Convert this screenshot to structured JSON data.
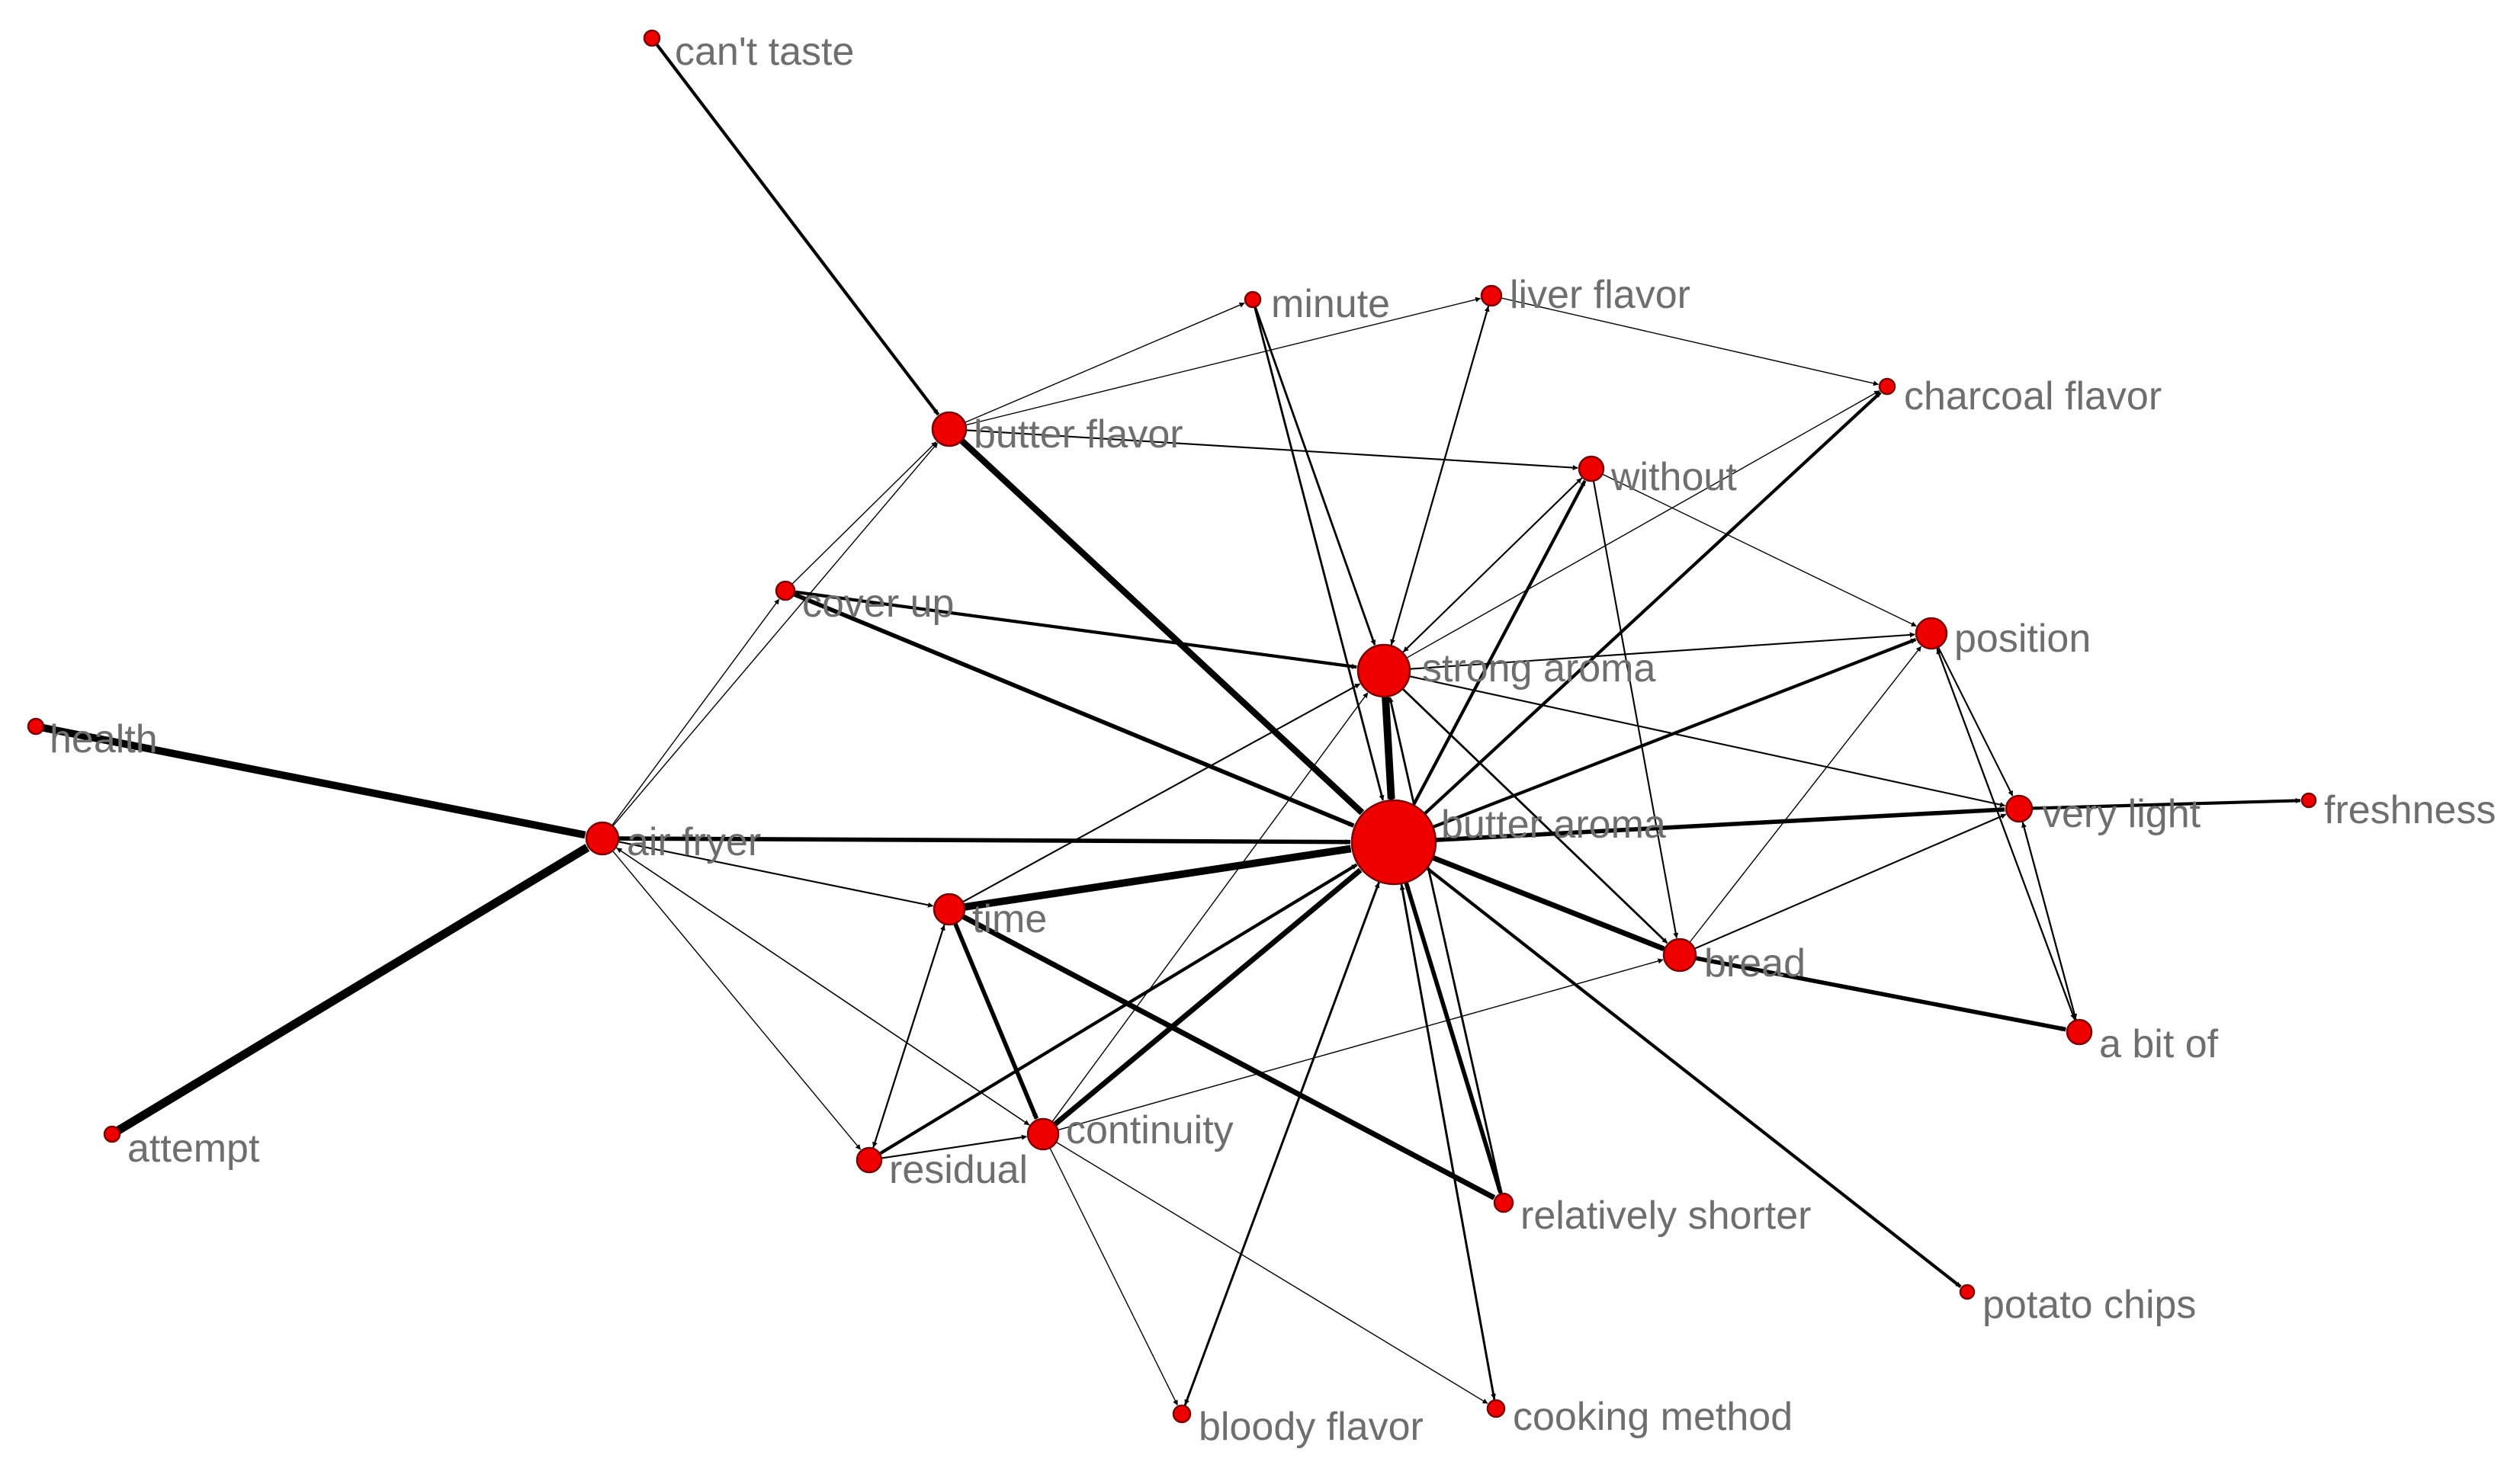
{
  "diagram": {
    "type": "directed-network",
    "colors": {
      "node": "#ee0000",
      "node_stroke": "#7a0000",
      "edge": "#000000",
      "label": "#6e6e6e"
    },
    "nodes": [
      {
        "id": "cant_taste",
        "label": "can't taste",
        "size": 1
      },
      {
        "id": "minute",
        "label": "minute",
        "size": 1
      },
      {
        "id": "liver_flavor",
        "label": "liver flavor",
        "size": 1.3
      },
      {
        "id": "charcoal_flavor",
        "label": "charcoal flavor",
        "size": 1
      },
      {
        "id": "butter_flavor",
        "label": "butter flavor",
        "size": 2.2
      },
      {
        "id": "without",
        "label": "without",
        "size": 1.6
      },
      {
        "id": "cover_up",
        "label": "cover up",
        "size": 1.2
      },
      {
        "id": "strong_aroma",
        "label": "strong aroma",
        "size": 3.4
      },
      {
        "id": "position",
        "label": "position",
        "size": 2
      },
      {
        "id": "health",
        "label": "health",
        "size": 1
      },
      {
        "id": "air_fryer",
        "label": "air fryer",
        "size": 2.1
      },
      {
        "id": "butter_aroma",
        "label": "butter aroma",
        "size": 5.5
      },
      {
        "id": "very_light",
        "label": "very light",
        "size": 1.7
      },
      {
        "id": "freshness",
        "label": "freshness",
        "size": 0.9
      },
      {
        "id": "time",
        "label": "time",
        "size": 2
      },
      {
        "id": "bread",
        "label": "bread",
        "size": 2.1
      },
      {
        "id": "a_bit_of",
        "label": "a bit of",
        "size": 1.6
      },
      {
        "id": "attempt",
        "label": "attempt",
        "size": 1
      },
      {
        "id": "residual",
        "label": "residual",
        "size": 1.6
      },
      {
        "id": "continuity",
        "label": "continuity",
        "size": 2
      },
      {
        "id": "relatively_shorter",
        "label": "relatively shorter",
        "size": 1.2
      },
      {
        "id": "potato_chips",
        "label": "potato chips",
        "size": 0.9
      },
      {
        "id": "bloody_flavor",
        "label": "bloody flavor",
        "size": 1.1
      },
      {
        "id": "cooking_method",
        "label": "cooking method",
        "size": 1.1
      }
    ],
    "edges": [
      {
        "source": "cant_taste",
        "target": "butter_flavor",
        "weight": 3
      },
      {
        "source": "butter_flavor",
        "target": "butter_aroma",
        "weight": 6
      },
      {
        "source": "butter_flavor",
        "target": "minute",
        "weight": 1
      },
      {
        "source": "butter_flavor",
        "target": "liver_flavor",
        "weight": 1
      },
      {
        "source": "butter_flavor",
        "target": "without",
        "weight": 1.5
      },
      {
        "source": "minute",
        "target": "strong_aroma",
        "weight": 2
      },
      {
        "source": "minute",
        "target": "butter_aroma",
        "weight": 2
      },
      {
        "source": "liver_flavor",
        "target": "strong_aroma",
        "weight": 1.5
      },
      {
        "source": "liver_flavor",
        "target": "charcoal_flavor",
        "weight": 1
      },
      {
        "source": "strong_aroma",
        "target": "liver_flavor",
        "weight": 1.5
      },
      {
        "source": "strong_aroma",
        "target": "without",
        "weight": 1.5
      },
      {
        "source": "strong_aroma",
        "target": "position",
        "weight": 1.5
      },
      {
        "source": "strong_aroma",
        "target": "butter_aroma",
        "weight": 7
      },
      {
        "source": "strong_aroma",
        "target": "very_light",
        "weight": 1.5
      },
      {
        "source": "strong_aroma",
        "target": "charcoal_flavor",
        "weight": 1
      },
      {
        "source": "butter_aroma",
        "target": "without",
        "weight": 3
      },
      {
        "source": "butter_aroma",
        "target": "charcoal_flavor",
        "weight": 3
      },
      {
        "source": "butter_aroma",
        "target": "position",
        "weight": 3
      },
      {
        "source": "butter_aroma",
        "target": "very_light",
        "weight": 4
      },
      {
        "source": "butter_aroma",
        "target": "bread",
        "weight": 5
      },
      {
        "source": "butter_aroma",
        "target": "relatively_shorter",
        "weight": 4
      },
      {
        "source": "butter_aroma",
        "target": "potato_chips",
        "weight": 3
      },
      {
        "source": "butter_aroma",
        "target": "bloody_flavor",
        "weight": 2
      },
      {
        "source": "butter_aroma",
        "target": "cooking_method",
        "weight": 2
      },
      {
        "source": "butter_aroma",
        "target": "strong_aroma",
        "weight": 4
      },
      {
        "source": "cover_up",
        "target": "butter_flavor",
        "weight": 1
      },
      {
        "source": "cover_up",
        "target": "strong_aroma",
        "weight": 3
      },
      {
        "source": "cover_up",
        "target": "butter_aroma",
        "weight": 4
      },
      {
        "source": "air_fryer",
        "target": "cover_up",
        "weight": 1
      },
      {
        "source": "air_fryer",
        "target": "butter_flavor",
        "weight": 1
      },
      {
        "source": "air_fryer",
        "target": "butter_aroma",
        "weight": 4
      },
      {
        "source": "air_fryer",
        "target": "time",
        "weight": 1.5
      },
      {
        "source": "air_fryer",
        "target": "residual",
        "weight": 1
      },
      {
        "source": "air_fryer",
        "target": "continuity",
        "weight": 1
      },
      {
        "source": "health",
        "target": "air_fryer",
        "weight": 7
      },
      {
        "source": "attempt",
        "target": "air_fryer",
        "weight": 8
      },
      {
        "source": "time",
        "target": "butter_aroma",
        "weight": 7
      },
      {
        "source": "time",
        "target": "relatively_shorter",
        "weight": 5
      },
      {
        "source": "time",
        "target": "strong_aroma",
        "weight": 1.5
      },
      {
        "source": "time",
        "target": "continuity",
        "weight": 4
      },
      {
        "source": "time",
        "target": "residual",
        "weight": 1.5
      },
      {
        "source": "residual",
        "target": "time",
        "weight": 1.5
      },
      {
        "source": "residual",
        "target": "butter_aroma",
        "weight": 3
      },
      {
        "source": "residual",
        "target": "continuity",
        "weight": 1.5
      },
      {
        "source": "continuity",
        "target": "butter_aroma",
        "weight": 5
      },
      {
        "source": "continuity",
        "target": "bread",
        "weight": 1
      },
      {
        "source": "continuity",
        "target": "bloody_flavor",
        "weight": 1
      },
      {
        "source": "continuity",
        "target": "cooking_method",
        "weight": 1
      },
      {
        "source": "continuity",
        "target": "air_fryer",
        "weight": 1
      },
      {
        "source": "continuity",
        "target": "strong_aroma",
        "weight": 1
      },
      {
        "source": "bloody_flavor",
        "target": "butter_aroma",
        "weight": 2
      },
      {
        "source": "cooking_method",
        "target": "butter_aroma",
        "weight": 2
      },
      {
        "source": "relatively_shorter",
        "target": "butter_aroma",
        "weight": 3
      },
      {
        "source": "relatively_shorter",
        "target": "strong_aroma",
        "weight": 2
      },
      {
        "source": "bread",
        "target": "butter_aroma",
        "weight": 4
      },
      {
        "source": "bread",
        "target": "position",
        "weight": 1
      },
      {
        "source": "bread",
        "target": "a_bit_of",
        "weight": 4
      },
      {
        "source": "bread",
        "target": "very_light",
        "weight": 1.5
      },
      {
        "source": "without",
        "target": "bread",
        "weight": 1.5
      },
      {
        "source": "without",
        "target": "position",
        "weight": 1
      },
      {
        "source": "without",
        "target": "strong_aroma",
        "weight": 1
      },
      {
        "source": "strong_aroma",
        "target": "bread",
        "weight": 2
      },
      {
        "source": "position",
        "target": "very_light",
        "weight": 1.5
      },
      {
        "source": "position",
        "target": "a_bit_of",
        "weight": 1.5
      },
      {
        "source": "very_light",
        "target": "freshness",
        "weight": 3
      },
      {
        "source": "very_light",
        "target": "a_bit_of",
        "weight": 1.5
      },
      {
        "source": "a_bit_of",
        "target": "very_light",
        "weight": 1.5
      },
      {
        "source": "a_bit_of",
        "target": "position",
        "weight": 1.5
      }
    ]
  }
}
